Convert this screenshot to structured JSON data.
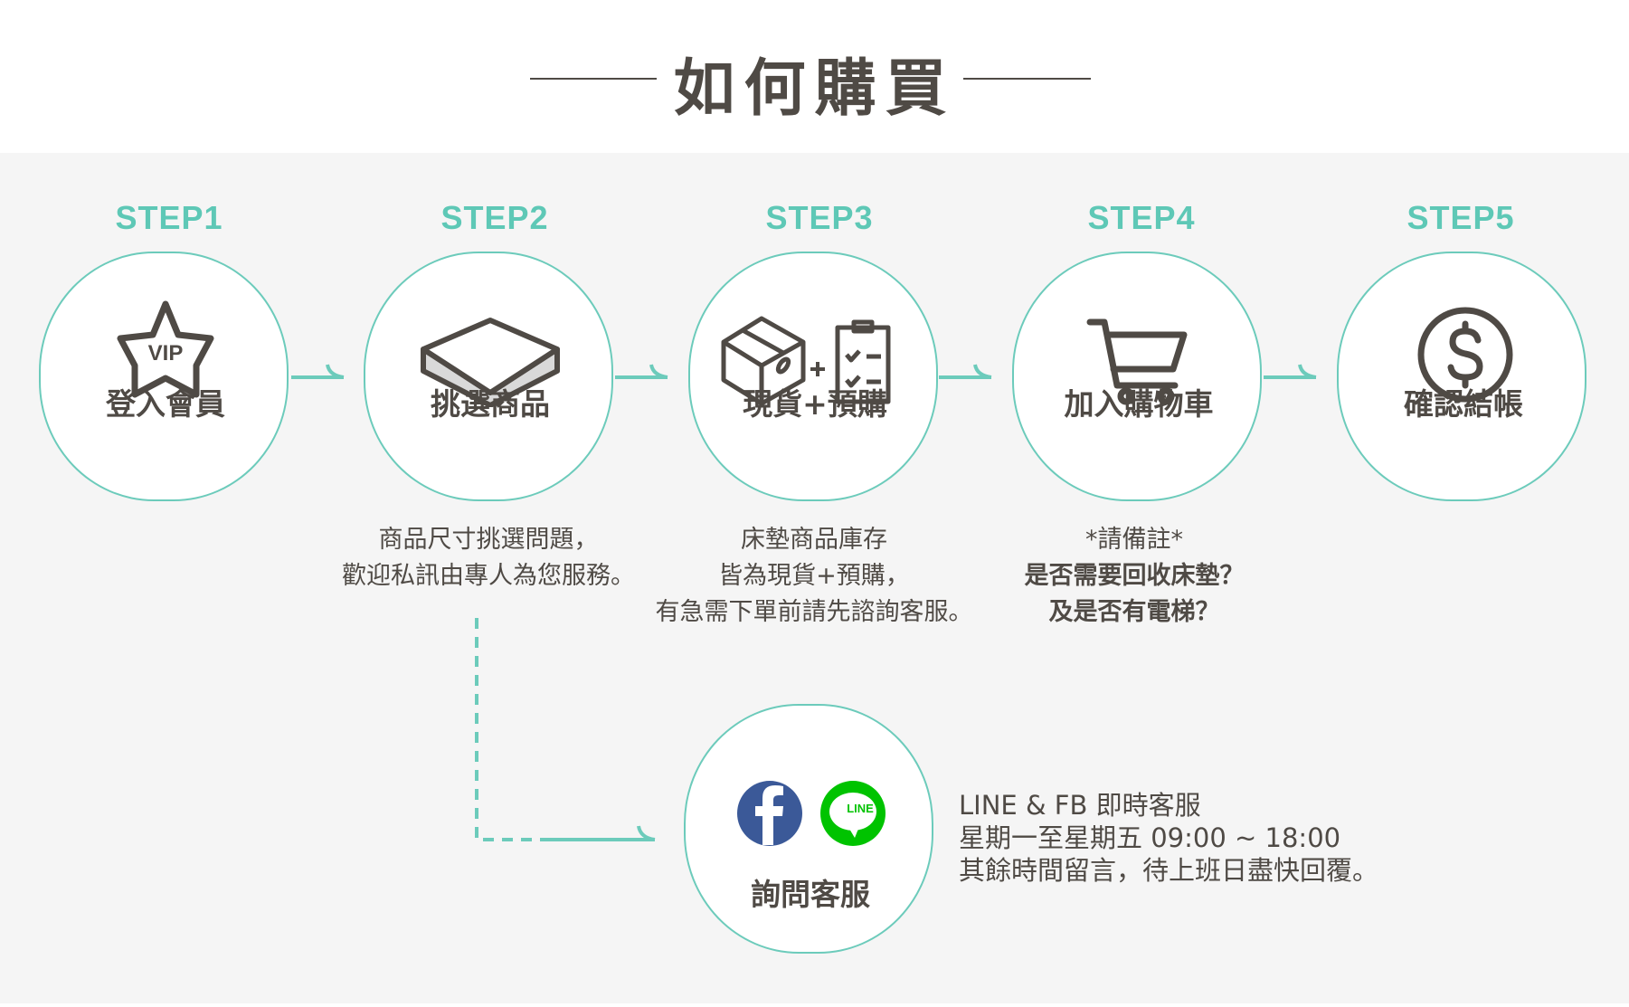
{
  "title": "如何購買",
  "steps": [
    {
      "step": "STEP1",
      "label": "登入會員",
      "icon": "vip-star-icon"
    },
    {
      "step": "STEP2",
      "label": "挑選商品",
      "icon": "mattress-icon",
      "desc": [
        "商品尺寸挑選問題，",
        "歡迎私訊由專人為您服務。"
      ]
    },
    {
      "step": "STEP3",
      "label": "現貨+預購",
      "icon": "box-checklist-icon",
      "desc": [
        "床墊商品庫存",
        "皆為現貨+預購，",
        "有急需下單前請先諮詢客服。"
      ]
    },
    {
      "step": "STEP4",
      "label": "加入購物車",
      "icon": "cart-icon",
      "desc": [
        "*請備註*",
        "是否需要回收床墊？",
        "及是否有電梯？"
      ]
    },
    {
      "step": "STEP5",
      "label": "確認結帳",
      "icon": "dollar-icon"
    }
  ],
  "service": {
    "label": "詢問客服",
    "line_logo": "LINE",
    "info": [
      "LINE & FB 即時客服",
      "星期一至星期五  09:00 ~ 18:00",
      "其餘時間留言，待上班日盡快回覆。"
    ]
  },
  "colors": {
    "accent": "#5ec8b6",
    "text": "#4f4a45",
    "facebook": "#3b5998",
    "line": "#00c300"
  }
}
